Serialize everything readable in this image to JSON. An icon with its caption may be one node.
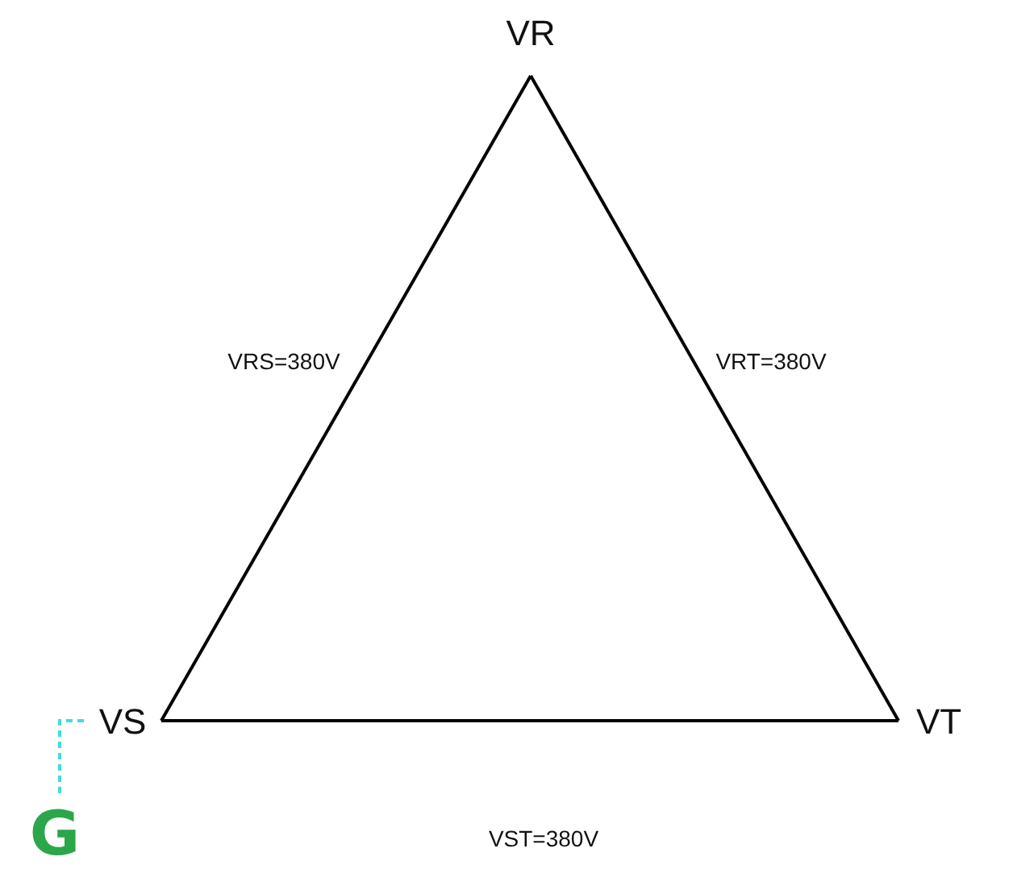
{
  "diagram": {
    "nodes": [
      {
        "text": [
          "VR"
        ]
      },
      {
        "text": [
          "VS"
        ]
      },
      {
        "text": [
          "VT"
        ]
      },
      {
        "text": [
          "G"
        ]
      }
    ],
    "edges": [
      {
        "from": 0,
        "to": 1,
        "arrow": "none",
        "label": "VRS=380V"
      },
      {
        "from": 0,
        "to": 2,
        "arrow": "none",
        "label": "VRT=380V"
      },
      {
        "from": 1,
        "to": 2,
        "arrow": "none",
        "label": "VST=380V"
      },
      {
        "from": 1,
        "to": 3,
        "arrow": "none",
        "style": "dashed",
        "color": "#3fdde0"
      }
    ]
  }
}
